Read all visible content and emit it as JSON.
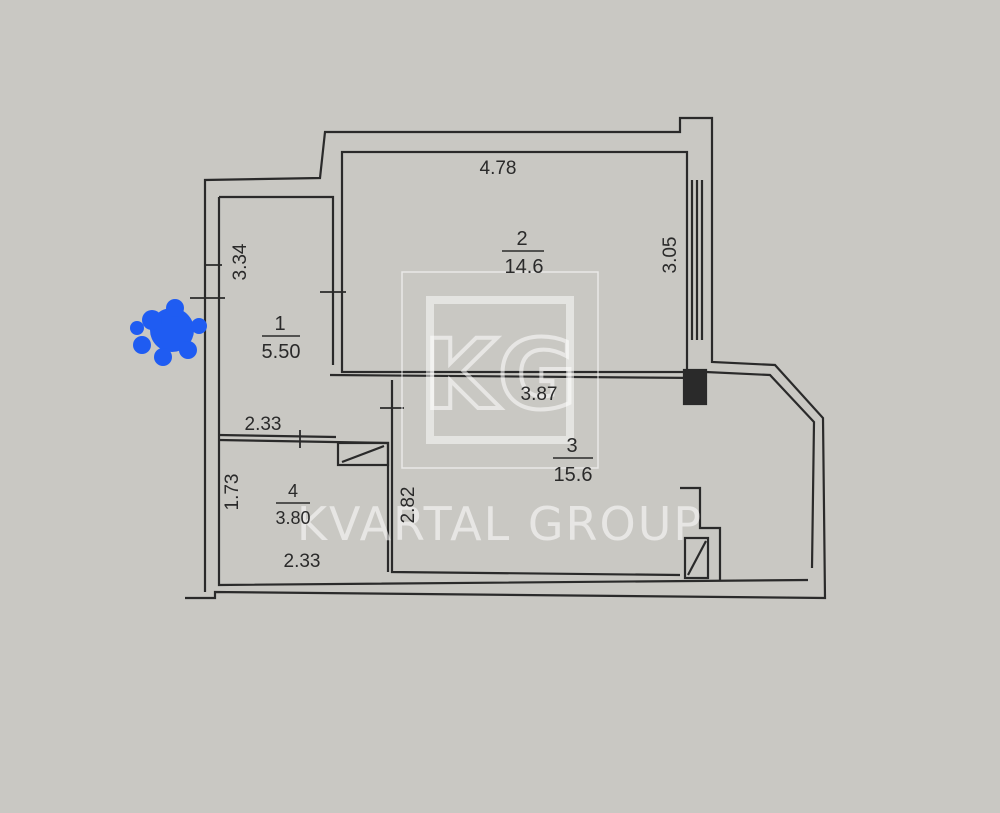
{
  "colors": {
    "paper": "#c9c8c3",
    "wall": "#2a2a2a",
    "watermark": "#ffffff",
    "marker": "#1f5cf2"
  },
  "rooms": [
    {
      "number": "1",
      "area": "5.50"
    },
    {
      "number": "2",
      "area": "14.6"
    },
    {
      "number": "3",
      "area": "15.6"
    },
    {
      "number": "4",
      "area": "3.80"
    }
  ],
  "dimensions": {
    "room2_width": "4.78",
    "room2_depth": "3.05",
    "room3_width": "3.87",
    "room3_depth": "2.82",
    "room1_depth": "3.34",
    "room1_width": "2.33",
    "room4_width": "2.33",
    "room4_depth": "1.73"
  },
  "watermark": {
    "logo": "KG",
    "text": "KVARTAL GROUP"
  },
  "icons": {
    "marker": "blue-blob-marker-icon"
  }
}
